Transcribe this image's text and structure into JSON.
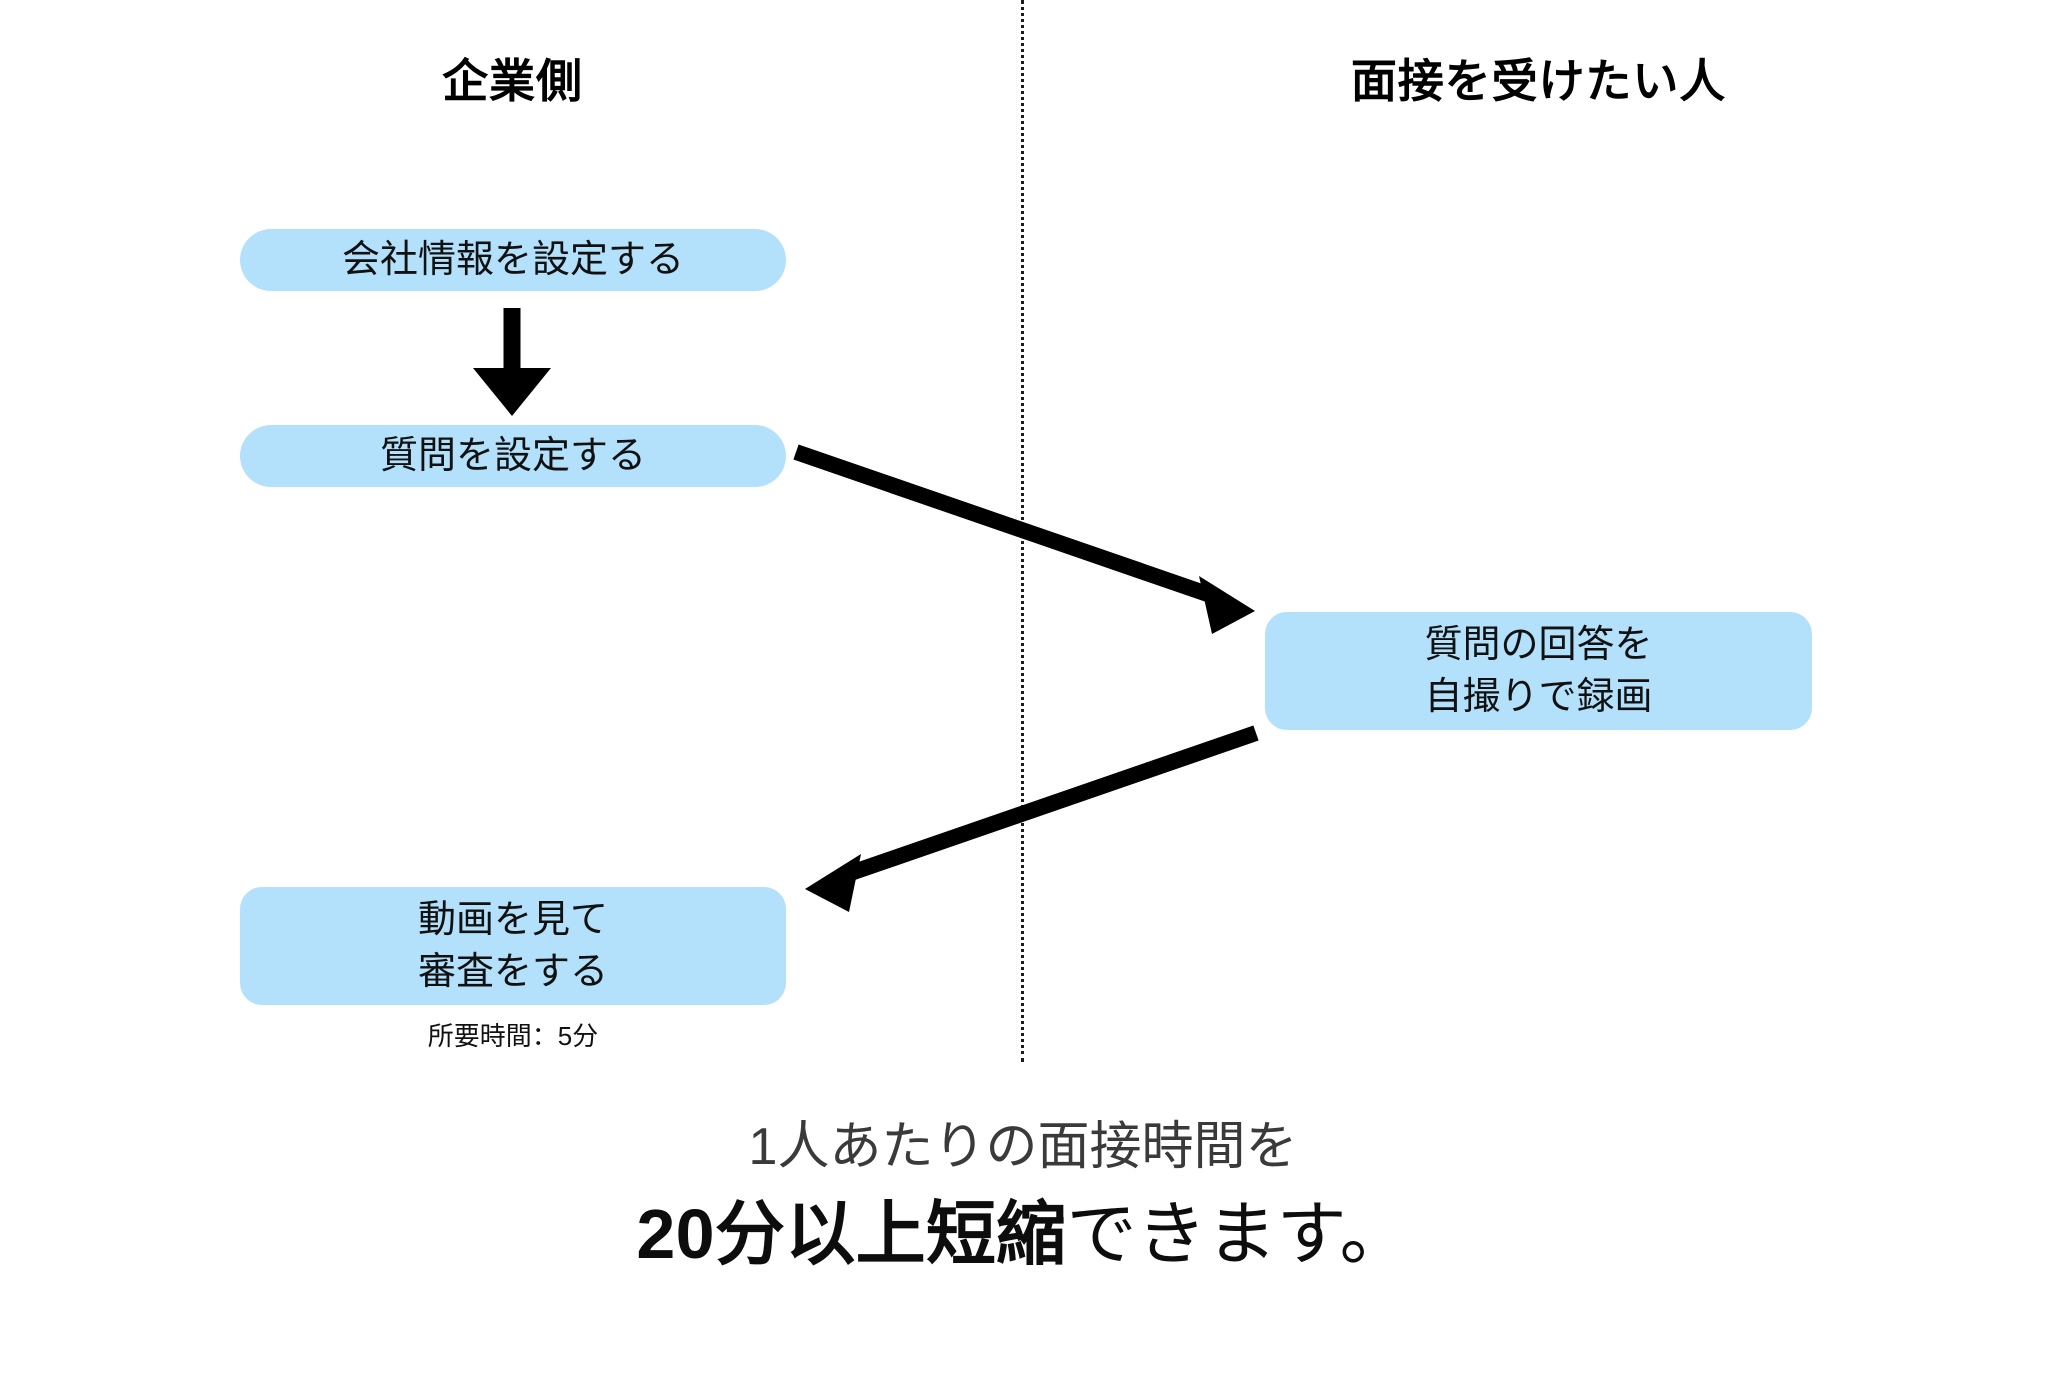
{
  "columns": {
    "left": {
      "heading": "企業側"
    },
    "right": {
      "heading": "面接を受けたい人"
    }
  },
  "divider": {
    "style": "dotted-vertical",
    "color": "#1c1c1c"
  },
  "theme": {
    "box_fill": "#b3e1fb",
    "box_text": "#111111",
    "arrow_color": "#000000",
    "background": "#ffffff",
    "summary_text": "#3a3a3a",
    "summary_emphasis_text": "#0d0d0d"
  },
  "steps": [
    {
      "id": "company-info",
      "side": "left",
      "lines": [
        "会社情報を設定する"
      ],
      "caption": null
    },
    {
      "id": "set-questions",
      "side": "left",
      "lines": [
        "質問を設定する"
      ],
      "caption": null
    },
    {
      "id": "record-answers",
      "side": "right",
      "lines": [
        "質問の回答を",
        "自撮りで録画"
      ],
      "caption": null
    },
    {
      "id": "review-video",
      "side": "left",
      "lines": [
        "動画を見て",
        "審査をする"
      ],
      "caption": "所要時間：5分"
    }
  ],
  "arrows": [
    {
      "id": "arrow-company-info-to-set-questions",
      "from": "company-info",
      "to": "set-questions",
      "direction": "down"
    },
    {
      "id": "arrow-set-questions-to-record-answers",
      "from": "set-questions",
      "to": "record-answers",
      "direction": "down-right"
    },
    {
      "id": "arrow-record-answers-to-review-video",
      "from": "record-answers",
      "to": "review-video",
      "direction": "down-left"
    }
  ],
  "summary": {
    "line1": "1人あたりの面接時間を",
    "emphasis": "20分以上短縮",
    "tail": "できます。"
  }
}
